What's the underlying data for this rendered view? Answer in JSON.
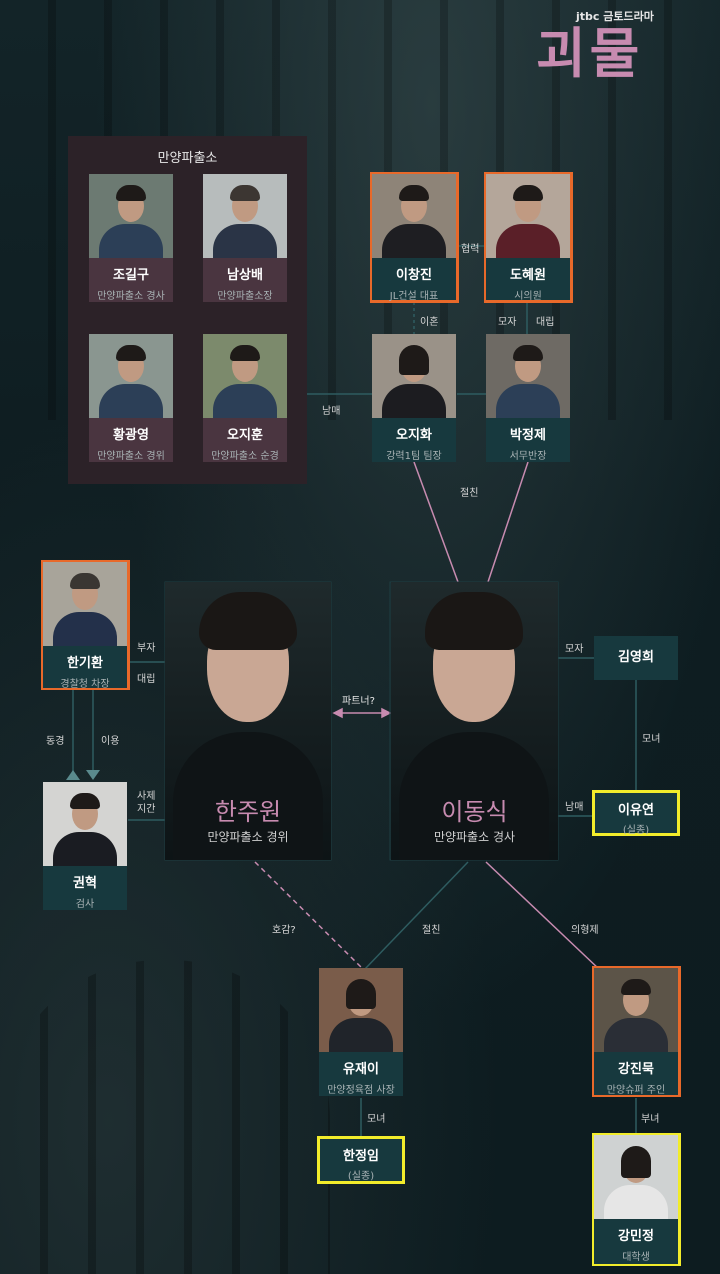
{
  "header": {
    "network": "jtbc 금토드라마",
    "title": "괴물"
  },
  "station": {
    "title": "만양파출소",
    "members": [
      {
        "name": "조길구",
        "role": "만양파출소 경사"
      },
      {
        "name": "남상배",
        "role": "만양파출소장"
      },
      {
        "name": "황광영",
        "role": "만양파출소 경위"
      },
      {
        "name": "오지훈",
        "role": "만양파출소 순경"
      }
    ]
  },
  "people": {
    "lee_changjin": {
      "name": "이창진",
      "role": "JL건설 대표"
    },
    "do_haewon": {
      "name": "도혜원",
      "role": "시의원"
    },
    "oh_jihwa": {
      "name": "오지화",
      "role": "강력1팀 팀장"
    },
    "park_jeongje": {
      "name": "박정제",
      "role": "서무반장"
    },
    "han_kihwan": {
      "name": "한기환",
      "role": "경찰청 차장"
    },
    "kwon_hyeok": {
      "name": "권혁",
      "role": "검사"
    },
    "han_juwon": {
      "name": "한주원",
      "role": "만양파출소 경위"
    },
    "lee_dongsik": {
      "name": "이동식",
      "role": "만양파출소 경사"
    },
    "kim_younghee": {
      "name": "김영희"
    },
    "lee_yuyeon": {
      "name": "이유연",
      "role": "(실종)"
    },
    "yu_jaei": {
      "name": "유재이",
      "role": "만양정육점 사장"
    },
    "han_jeongim": {
      "name": "한정임",
      "role": "(실종)"
    },
    "kang_jinmuk": {
      "name": "강진묵",
      "role": "만양슈퍼 주인"
    },
    "kang_minjeong": {
      "name": "강민정",
      "role": "대학생"
    }
  },
  "relations": {
    "cooperation": "협력",
    "divorce": "이혼",
    "mother_son": "모자",
    "confrontation": "대립",
    "siblings": "남매",
    "best_friends": "절친",
    "father_son": "부자",
    "confrontation2": "대립",
    "partner": "파트너?",
    "mother_son2": "모자",
    "mother_daughter": "모녀",
    "siblings2": "남매",
    "colleague": "동경",
    "use": "이용",
    "private": "사제\n지간",
    "crush": "호감?",
    "best_friends2": "절친",
    "sworn_brothers": "의형제",
    "mother_daughter2": "모녀",
    "father_daughter": "부녀"
  },
  "colors": {
    "accent_pink": "#c78bb0",
    "line_teal": "#2e5c60",
    "highlight_orange": "#e8692a",
    "highlight_yellow": "#f2ec2b"
  }
}
